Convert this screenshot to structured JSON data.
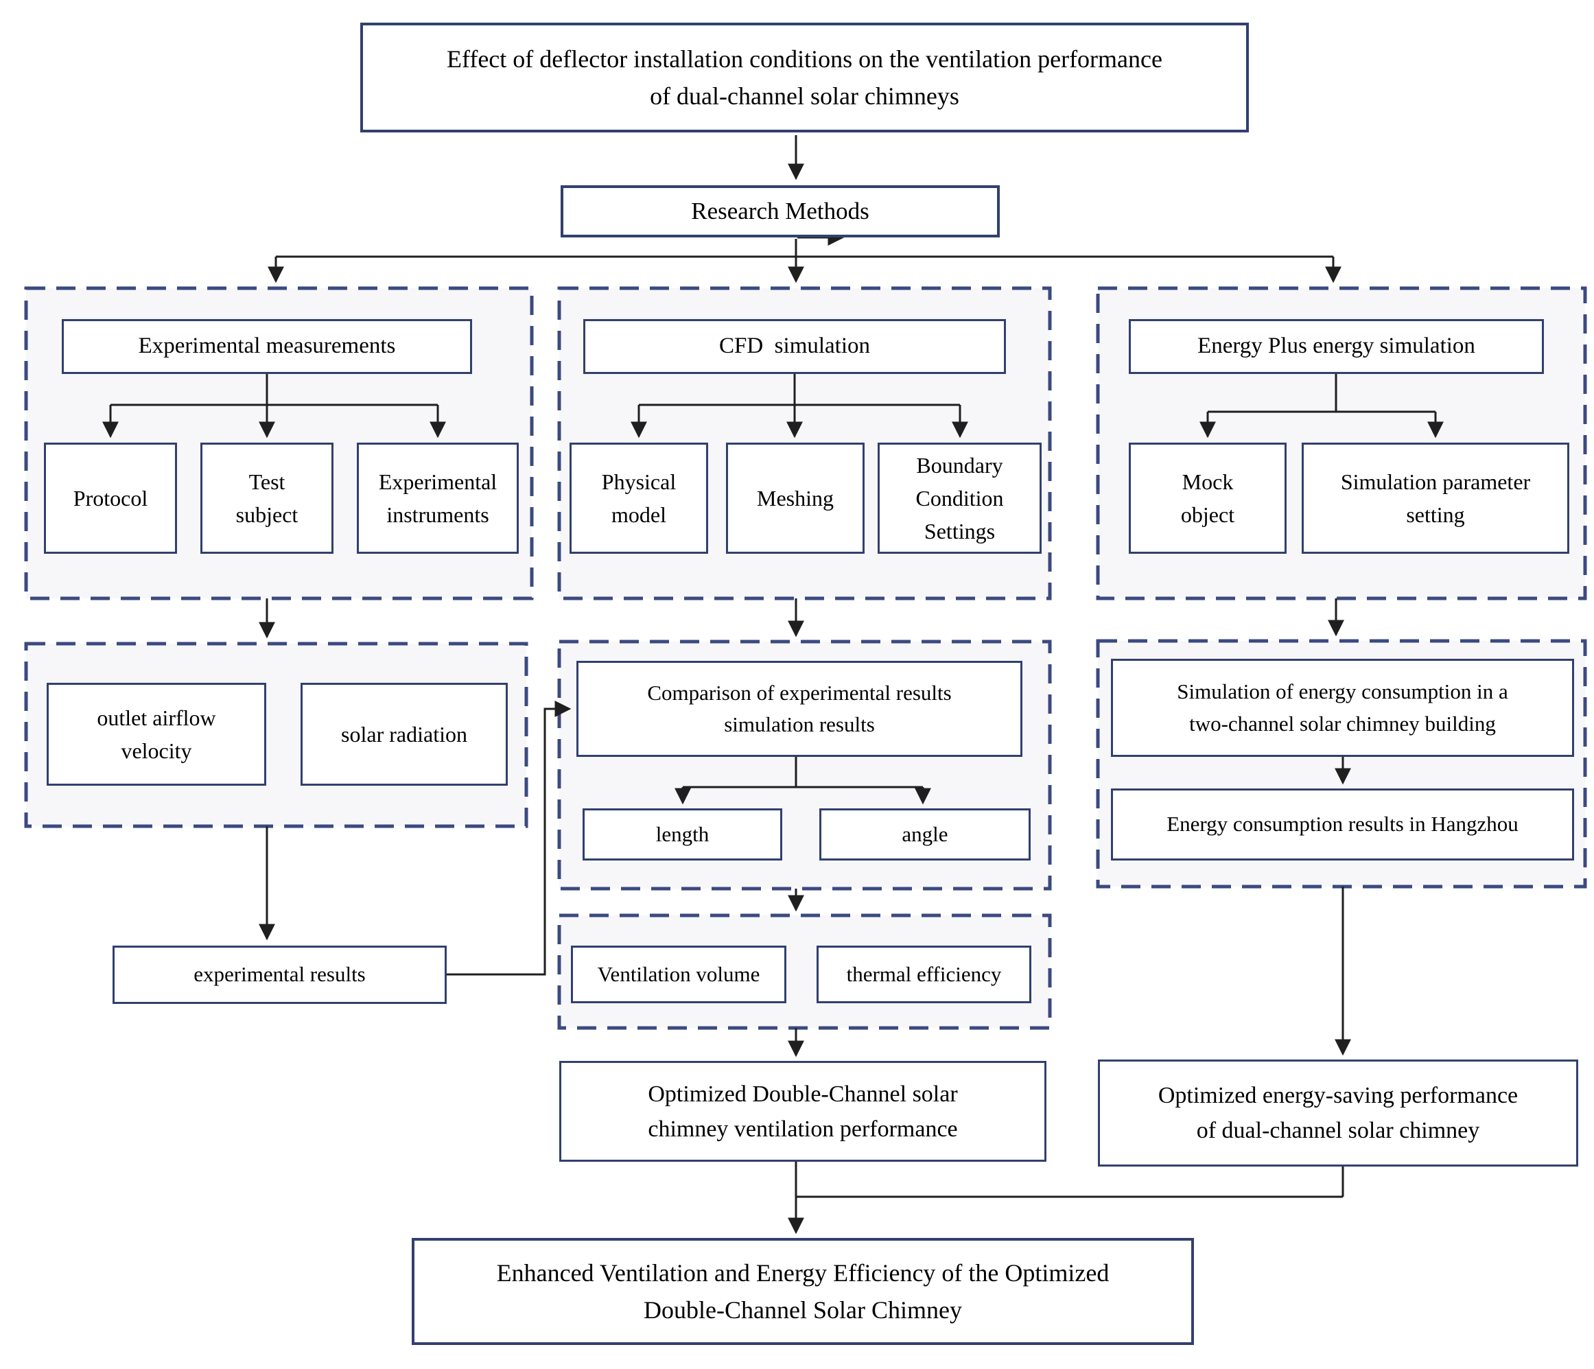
{
  "flowchart": {
    "title": "Effect of deflector installation conditions on the ventilation performance\nof dual-channel solar chimneys",
    "research_methods": "Research Methods",
    "experimental": {
      "header": "Experimental measurements",
      "protocol": "Protocol",
      "test_subject": "Test\nsubject",
      "instruments": "Experimental\ninstruments",
      "outlet_airflow": "outlet airflow\nvelocity",
      "solar_radiation": "solar radiation",
      "results": "experimental results"
    },
    "cfd": {
      "header": "CFD  simulation",
      "physical_model": "Physical\nmodel",
      "meshing": "Meshing",
      "boundary_conditions": "Boundary\nCondition\nSettings",
      "comparison": "Comparison of experimental results\nsimulation results",
      "length": "length",
      "angle": "angle",
      "ventilation_volume": "Ventilation volume",
      "thermal_efficiency": "thermal efficiency",
      "optimized": "Optimized Double-Channel solar\nchimney ventilation performance"
    },
    "energyplus": {
      "header": "Energy Plus energy simulation",
      "mock_object": "Mock\nobject",
      "sim_parameter": "Simulation parameter\nsetting",
      "building_simulation": "Simulation of energy consumption in a\ntwo-channel solar chimney building",
      "hangzhou_results": "Energy consumption results in Hangzhou",
      "optimized": "Optimized energy-saving performance\nof dual-channel solar chimney"
    },
    "conclusion": "Enhanced Ventilation and Energy Efficiency of the Optimized\nDouble-Channel Solar Chimney",
    "colors": {
      "box_border": "#31406f",
      "dashed_border": "#3b4a80",
      "container_fill": "#f7f7f9",
      "connector_line": "#1f1f1f",
      "text": "#000000"
    }
  }
}
